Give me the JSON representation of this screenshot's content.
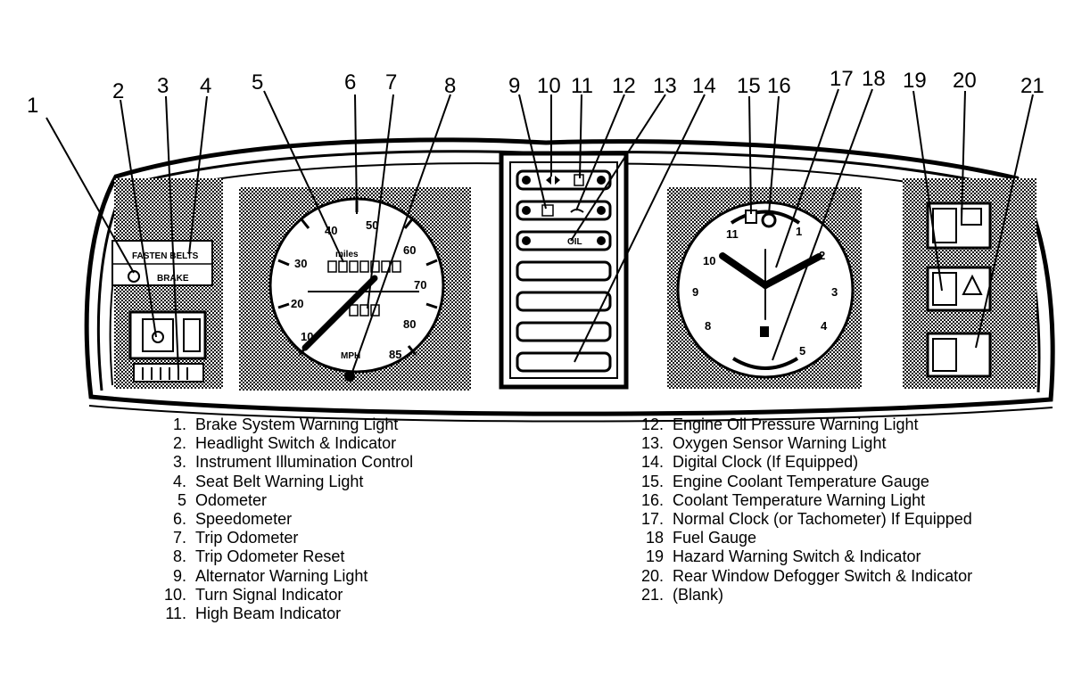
{
  "callouts": [
    "1",
    "2",
    "3",
    "4",
    "5",
    "6",
    "7",
    "8",
    "9",
    "10",
    "11",
    "12",
    "13",
    "14",
    "15",
    "16",
    "17",
    "18",
    "19",
    "20",
    "21"
  ],
  "panel_labels": {
    "seat_belts": "FASTEN BELTS",
    "brake": "BRAKE",
    "speedo_unit": "miles",
    "mph": "MPH",
    "oil": "OIL"
  },
  "speedometer_ticks": [
    "10",
    "20",
    "30",
    "40",
    "50",
    "60",
    "70",
    "80",
    "85"
  ],
  "clock_numbers": [
    "11",
    "1",
    "10",
    "2",
    "9",
    "3",
    "8",
    "4",
    "5"
  ],
  "legend_left": [
    {
      "num": "1.",
      "text": "Brake System Warning Light"
    },
    {
      "num": "2.",
      "text": "Headlight Switch & Indicator"
    },
    {
      "num": "3.",
      "text": "Instrument Illumination Control"
    },
    {
      "num": "4.",
      "text": "Seat Belt Warning Light"
    },
    {
      "num": "5",
      "text": "Odometer"
    },
    {
      "num": "6.",
      "text": "Speedometer"
    },
    {
      "num": "7.",
      "text": "Trip Odometer"
    },
    {
      "num": "8.",
      "text": "Trip Odometer Reset"
    },
    {
      "num": "9.",
      "text": "Alternator Warning Light"
    },
    {
      "num": "10.",
      "text": "Turn Signal Indicator"
    },
    {
      "num": "11.",
      "text": "High Beam Indicator"
    }
  ],
  "legend_right": [
    {
      "num": "12.",
      "text": "Engine Oil Pressure Warning Light"
    },
    {
      "num": "13.",
      "text": "Oxygen Sensor Warning Light"
    },
    {
      "num": "14.",
      "text": "Digital Clock (If Equipped)"
    },
    {
      "num": "15.",
      "text": "Engine Coolant Temperature Gauge"
    },
    {
      "num": "16.",
      "text": "Coolant Temperature Warning Light"
    },
    {
      "num": "17.",
      "text": "Normal Clock (or Tachometer) If Equipped"
    },
    {
      "num": "18",
      "text": "Fuel Gauge"
    },
    {
      "num": "19",
      "text": "Hazard Warning Switch & Indicator"
    },
    {
      "num": "20.",
      "text": "Rear Window Defogger Switch & Indicator"
    },
    {
      "num": "21.",
      "text": "(Blank)"
    }
  ]
}
